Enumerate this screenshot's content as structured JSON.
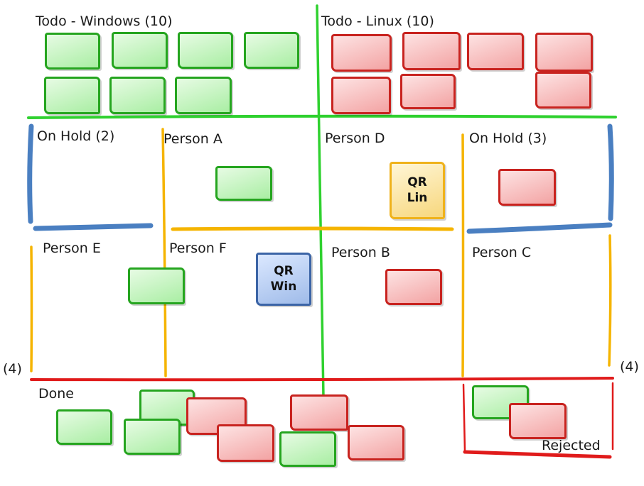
{
  "lanes": {
    "todo_windows": "Todo - Windows (10)",
    "todo_linux": "Todo - Linux (10)",
    "on_hold_left": "On Hold (2)",
    "on_hold_right": "On Hold (3)",
    "person_a": "Person A",
    "person_b": "Person B",
    "person_c": "Person C",
    "person_d": "Person D",
    "person_e": "Person E",
    "person_f": "Person F",
    "limit_left": "(4)",
    "limit_right": "(4)",
    "done": "Done",
    "rejected": "Rejected"
  },
  "qr_cards": {
    "linux": "QR\nLin",
    "windows": "QR\nWin"
  },
  "colors": {
    "windows_card": "#a9eea3",
    "linux_card": "#f3a3a3",
    "qr_linux": "#f7d77d",
    "qr_windows": "#9fbbe9",
    "divider_green": "#2fd12f",
    "divider_blue": "#4a7fc1",
    "divider_orange": "#f5b400",
    "divider_red": "#e01b1b"
  }
}
